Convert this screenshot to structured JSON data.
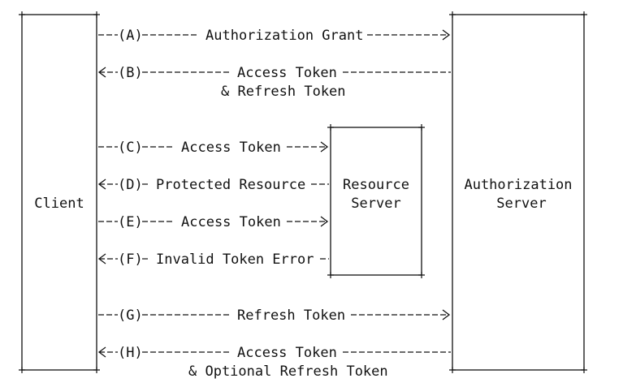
{
  "nodes": {
    "client": "Client",
    "resource_server": [
      "Resource",
      "Server"
    ],
    "authorization_server": [
      "Authorization",
      "Server"
    ]
  },
  "flows": [
    {
      "letter": "(A)",
      "label": "Authorization Grant",
      "direction": "right"
    },
    {
      "letter": "(B)",
      "label": "Access Token",
      "label2": "& Refresh Token",
      "direction": "left"
    },
    {
      "letter": "(C)",
      "label": "Access Token",
      "direction": "right"
    },
    {
      "letter": "(D)",
      "label": "Protected Resource",
      "direction": "left"
    },
    {
      "letter": "(E)",
      "label": "Access Token",
      "direction": "right"
    },
    {
      "letter": "(F)",
      "label": "Invalid Token Error",
      "direction": "left"
    },
    {
      "letter": "(G)",
      "label": "Refresh Token",
      "direction": "right"
    },
    {
      "letter": "(H)",
      "label": "Access Token",
      "label2": "& Optional Refresh Token",
      "direction": "left"
    }
  ]
}
